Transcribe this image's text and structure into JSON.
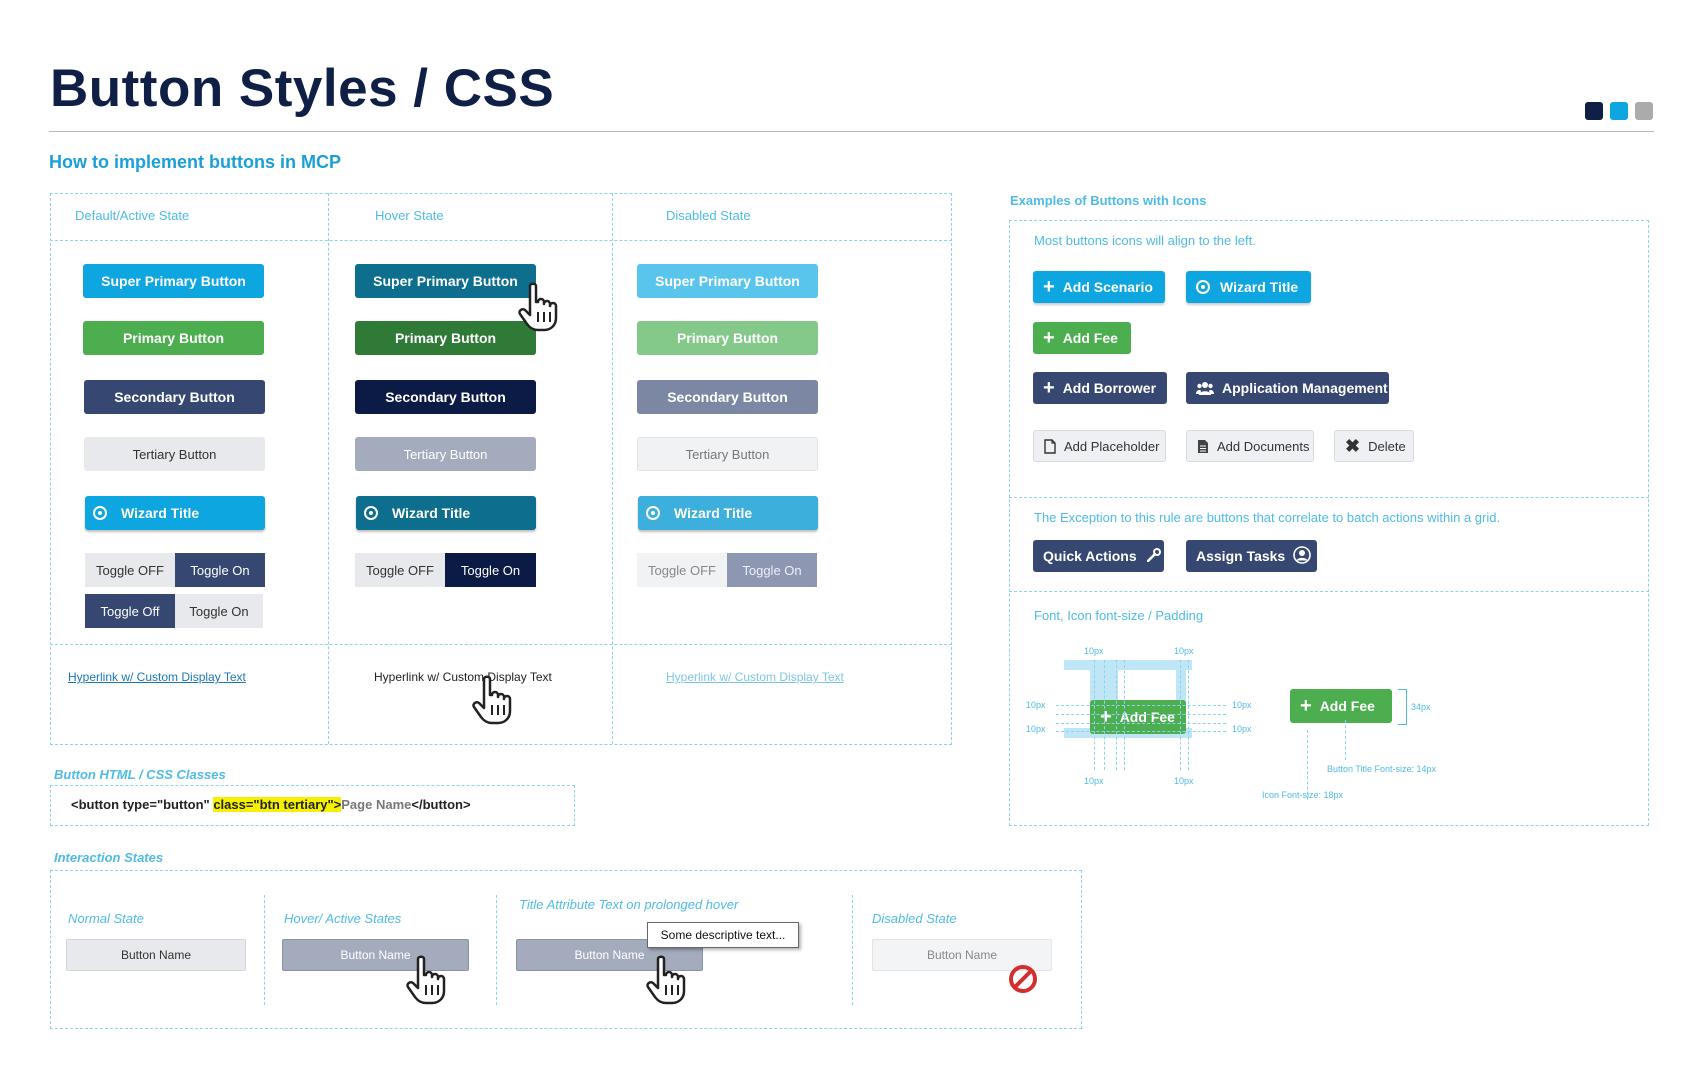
{
  "page": {
    "title": "Button Styles / CSS",
    "subtitle": "How to implement buttons in MCP",
    "swatches": [
      "#0f1f46",
      "#0ea6e0",
      "#a9abad"
    ]
  },
  "states": {
    "headers": [
      "Default/Active State",
      "Hover State",
      "Disabled State"
    ],
    "super_primary": "Super Primary Button",
    "primary": "Primary Button",
    "secondary": "Secondary Button",
    "tertiary": "Tertiary Button",
    "wizard": "Wizard Title",
    "toggle_off": "Toggle OFF",
    "toggle_on": "Toggle On",
    "toggle_off_alt": "Toggle Off",
    "hyperlink": "Hyperlink w/ Custom Display Text"
  },
  "code": {
    "caption": "Button HTML / CSS Classes",
    "part1": "<button type=\"button\" ",
    "highlight": "class=\"btn tertiary\">",
    "part2": "Page Name",
    "part3": "</button>"
  },
  "interaction": {
    "caption": "Interaction States",
    "normal": "Normal State",
    "hover": "Hover/ Active States",
    "title_attr": "Title Attribute Text on prolonged hover",
    "disabled": "Disabled State",
    "button_name": "Button Name",
    "tooltip": "Some descriptive text..."
  },
  "icons": {
    "caption": "Examples of Buttons with Icons",
    "note": "Most buttons icons will align to the left.",
    "add_scenario": "Add Scenario",
    "wizard_title": "Wizard Title",
    "add_fee": "Add Fee",
    "add_borrower": "Add Borrower",
    "application_management": "Application Management",
    "add_placeholder": "Add Placeholder",
    "add_documents": "Add Documents",
    "delete": "Delete",
    "exception_note": "The Exception to this rule are buttons that correlate to batch actions within a grid.",
    "quick_actions": "Quick Actions",
    "assign_tasks": "Assign Tasks",
    "font_caption": "Font, Icon font-size / Padding",
    "pad_10": "10px",
    "height_34": "34px",
    "title_font": "Button Title Font-size: 14px",
    "icon_font": "Icon Font-size: 18px"
  }
}
